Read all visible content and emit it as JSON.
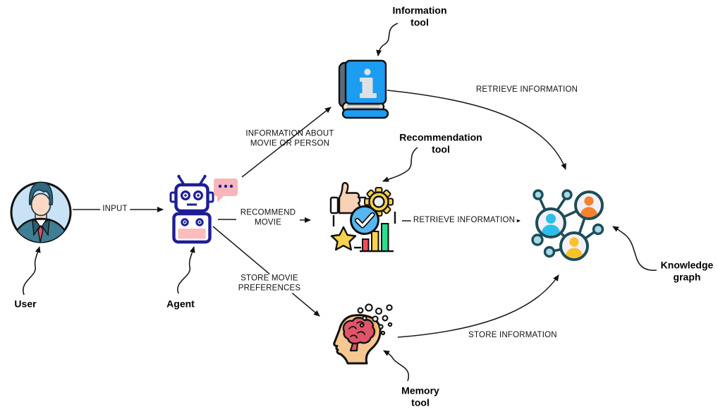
{
  "nodes": {
    "user": {
      "label": "User"
    },
    "agent": {
      "label": "Agent",
      "speech_bubble": "..."
    },
    "information_tool": {
      "label": "Information tool"
    },
    "recommendation_tool": {
      "label": "Recommendation tool"
    },
    "memory_tool": {
      "label": "Memory tool"
    },
    "knowledge_graph": {
      "label": "Knowledge graph"
    }
  },
  "edges": {
    "user_to_agent": {
      "label": "INPUT"
    },
    "agent_to_information_tool": {
      "label": "INFORMATION ABOUT MOVIE OR PERSON"
    },
    "agent_to_recommendation_tool": {
      "label": "RECOMMEND MOVIE"
    },
    "agent_to_memory_tool": {
      "label": "STORE MOVIE PREFERENCES"
    },
    "information_tool_to_knowledge_graph": {
      "label": "RETRIEVE INFORMATION"
    },
    "recommendation_tool_to_knowledge_graph": {
      "label": "RETRIEVE INFORMATION"
    },
    "memory_tool_to_knowledge_graph": {
      "label": "STORE INFORMATION"
    }
  },
  "colors": {
    "background": "#ffffff",
    "line_black": "#1a1a1a",
    "robot_navy": "#1d1e96",
    "speech_pink": "#f9b6ba",
    "panel_pink": "#fbbcbe",
    "user_circle_bg": "#c9e2f6",
    "user_suit": "#3f7e94",
    "user_lapel": "#2b5f74",
    "user_hair": "#2f6880",
    "user_skin": "#fcd9c3",
    "user_tie": "#e04f5f",
    "book_blue": "#1b9df2",
    "book_spine_gray": "#5b6c78",
    "book_pages": "#e7e4e1",
    "book_i_gray": "#dde1e4",
    "thumb_skin": "#f8d2b6",
    "gear_yellow": "#f8d24a",
    "gear_center": "#e9edef",
    "check_blue": "#55b8f2",
    "star_yellow": "#f8d24a",
    "bar_red": "#ee4f57",
    "bar_yellow": "#f8d24a",
    "bar_green": "#2bde8c",
    "head_skin": "#f6c891",
    "head_patch": "#f3b26b",
    "brain_red": "#e05468",
    "kg_outline": "#1d4d57",
    "kg_circle_fill": "#f2f0f8",
    "kg_person_cyan": "#2cc0e8",
    "kg_person_orange": "#f5822e",
    "kg_person_yellow": "#f9c22b",
    "kg_small_node": "#a6d9e8"
  }
}
